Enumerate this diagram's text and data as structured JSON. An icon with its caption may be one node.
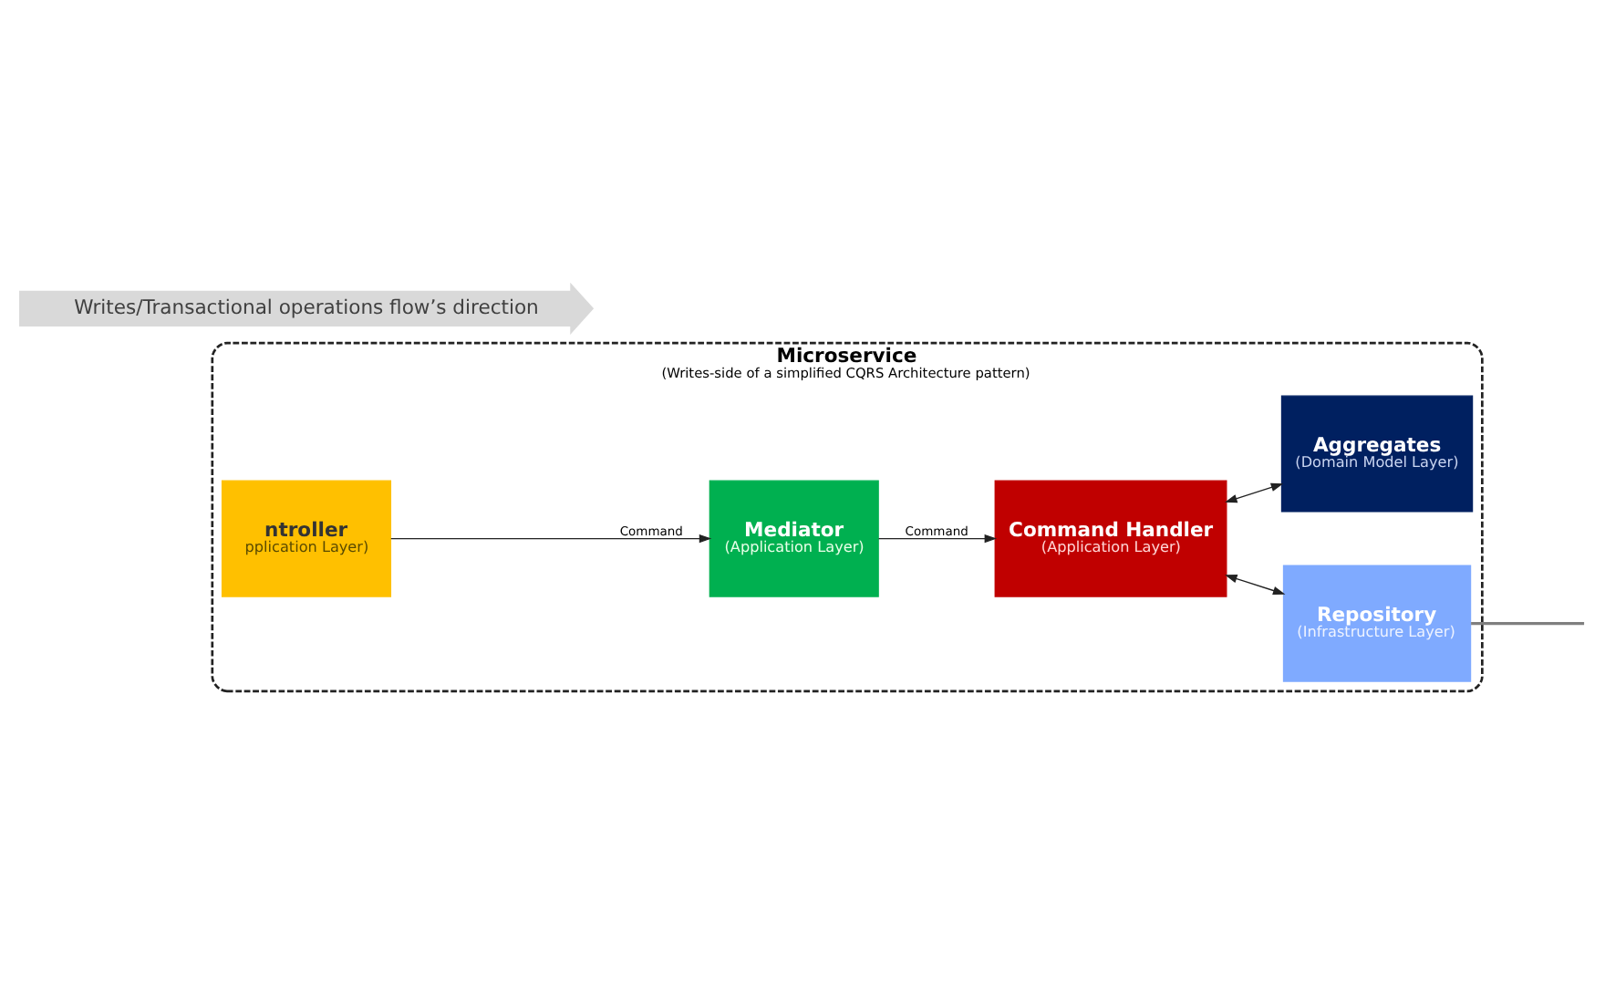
{
  "diagram": {
    "nodes": [
      {
        "text": [
          "Microservice",
          "(Writes-side of a simplified CQRS Architecture pattern)"
        ]
      },
      {
        "text": [
          "ntroller",
          "pplication Layer)"
        ],
        "in": 0
      },
      {
        "text": [
          "Mediator",
          "(Application Layer)"
        ],
        "in": 0
      },
      {
        "text": [
          "Command Handler",
          "(Application Layer)"
        ],
        "in": 0
      },
      {
        "text": [
          "Aggregates",
          "(Domain Model Layer)"
        ],
        "in": 0
      },
      {
        "text": [
          "Repository",
          "(Infrastructure Layer)"
        ],
        "in": 0
      }
    ],
    "edges": [
      {
        "from": 1,
        "to": 2,
        "arrow": "to",
        "label": "Command"
      },
      {
        "from": 2,
        "to": 3,
        "arrow": "to",
        "label": "Command"
      },
      {
        "from": 3,
        "to": 4,
        "arrow": "both"
      },
      {
        "from": 3,
        "to": 5,
        "arrow": "both"
      },
      {
        "from": 5,
        "to": null,
        "arrow": "none",
        "color": "#7f7f7f"
      }
    ],
    "labels": [
      "Writes/Transactional operations flow’s direction"
    ]
  }
}
